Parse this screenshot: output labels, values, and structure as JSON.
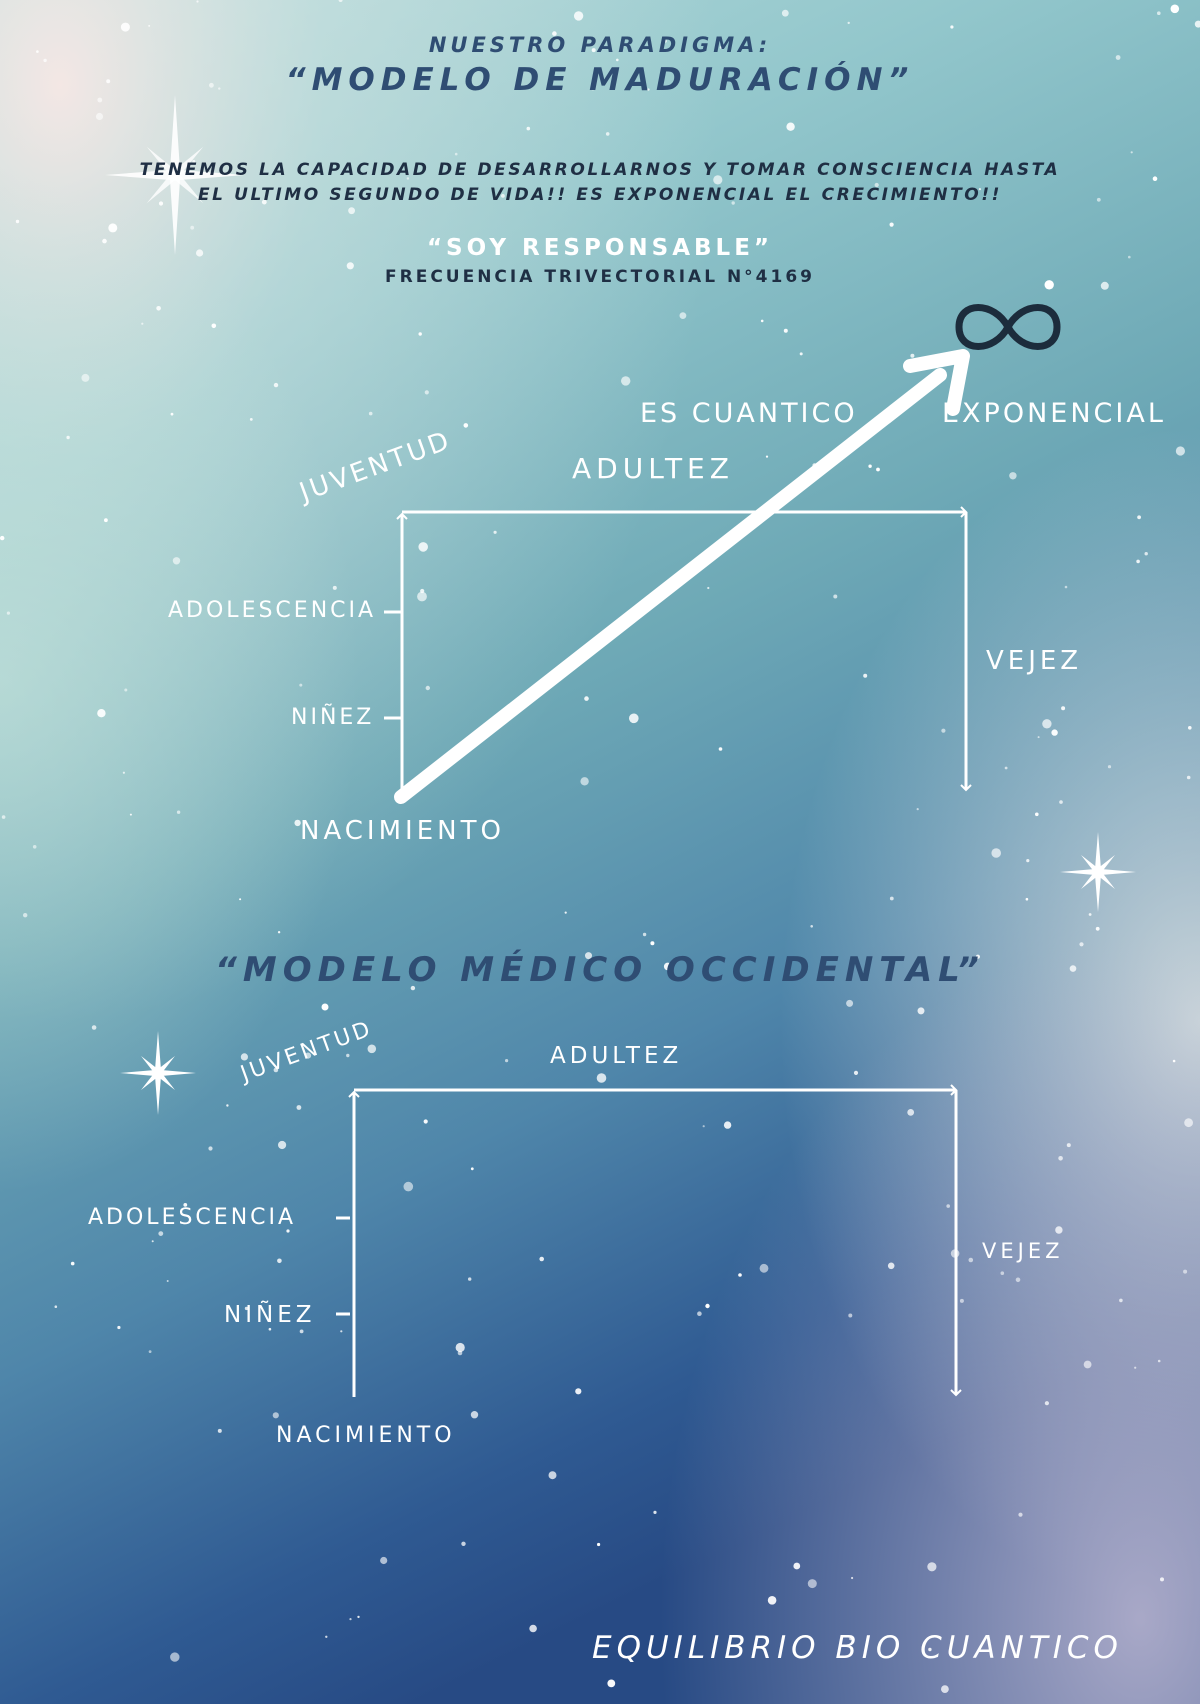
{
  "header": {
    "kicker": "NUESTRO PARADIGMA:",
    "title": "“MODELO DE MADURACIÓN”",
    "statement_line1": "TENEMOS LA CAPACIDAD DE DESARROLLARNOS Y TOMAR CONSCIENCIA HASTA",
    "statement_line2": "EL ULTIMO SEGUNDO DE VIDA!! ES EXPONENCIAL EL CRECIMIENTO!!",
    "motto": "“SOY RESPONSABLE”",
    "frequency": "FRECUENCIA TRIVECTORIAL N°4169"
  },
  "maduracion": {
    "juventud": "JUVENTUD",
    "adultez": "ADULTEZ",
    "adolescencia": "ADOLESCENCIA",
    "ninez": "NIÑEZ",
    "nacimiento": "NACIMIENTO",
    "vejez": "VEJEZ",
    "es_cuantico": "ES CUANTICO",
    "exponencial": "EXPONENCIAL",
    "infinity_icon": "infinity-icon"
  },
  "medico": {
    "title": "“MODELO MÉDICO OCCIDENTAL”",
    "juventud": "JUVENTUD",
    "adultez": "ADULTEZ",
    "adolescencia": "ADOLESCENCIA",
    "ninez": "NIÑEZ",
    "nacimiento": "NACIMIENTO",
    "vejez": "VEJEZ"
  },
  "footer": {
    "brand": "EQUILIBRIO BIO CUANTICO"
  },
  "colors": {
    "heading": "#2f4d73",
    "lines": "#ffffff",
    "bg_top": "#9ccdd2",
    "bg_bottom": "#2b4f86"
  }
}
